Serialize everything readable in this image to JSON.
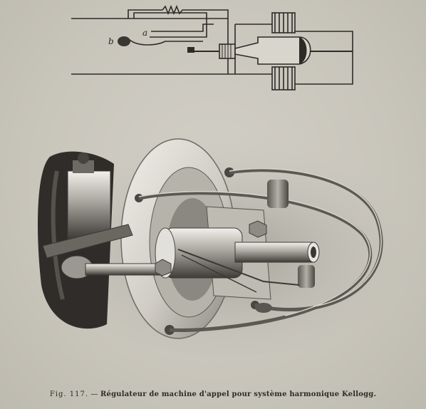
{
  "figure": {
    "schematic_labels": {
      "a": "a",
      "b": "b"
    },
    "caption": {
      "number": "Fig. 117.",
      "dash": "—",
      "title": "Régulateur de machine d'appel pour système harmonique Kellogg."
    }
  },
  "colors": {
    "paper": "#c9c6bd",
    "ink": "#2e2b27",
    "metal_light": "#e6e4de",
    "metal_dark": "#4d4a45"
  }
}
